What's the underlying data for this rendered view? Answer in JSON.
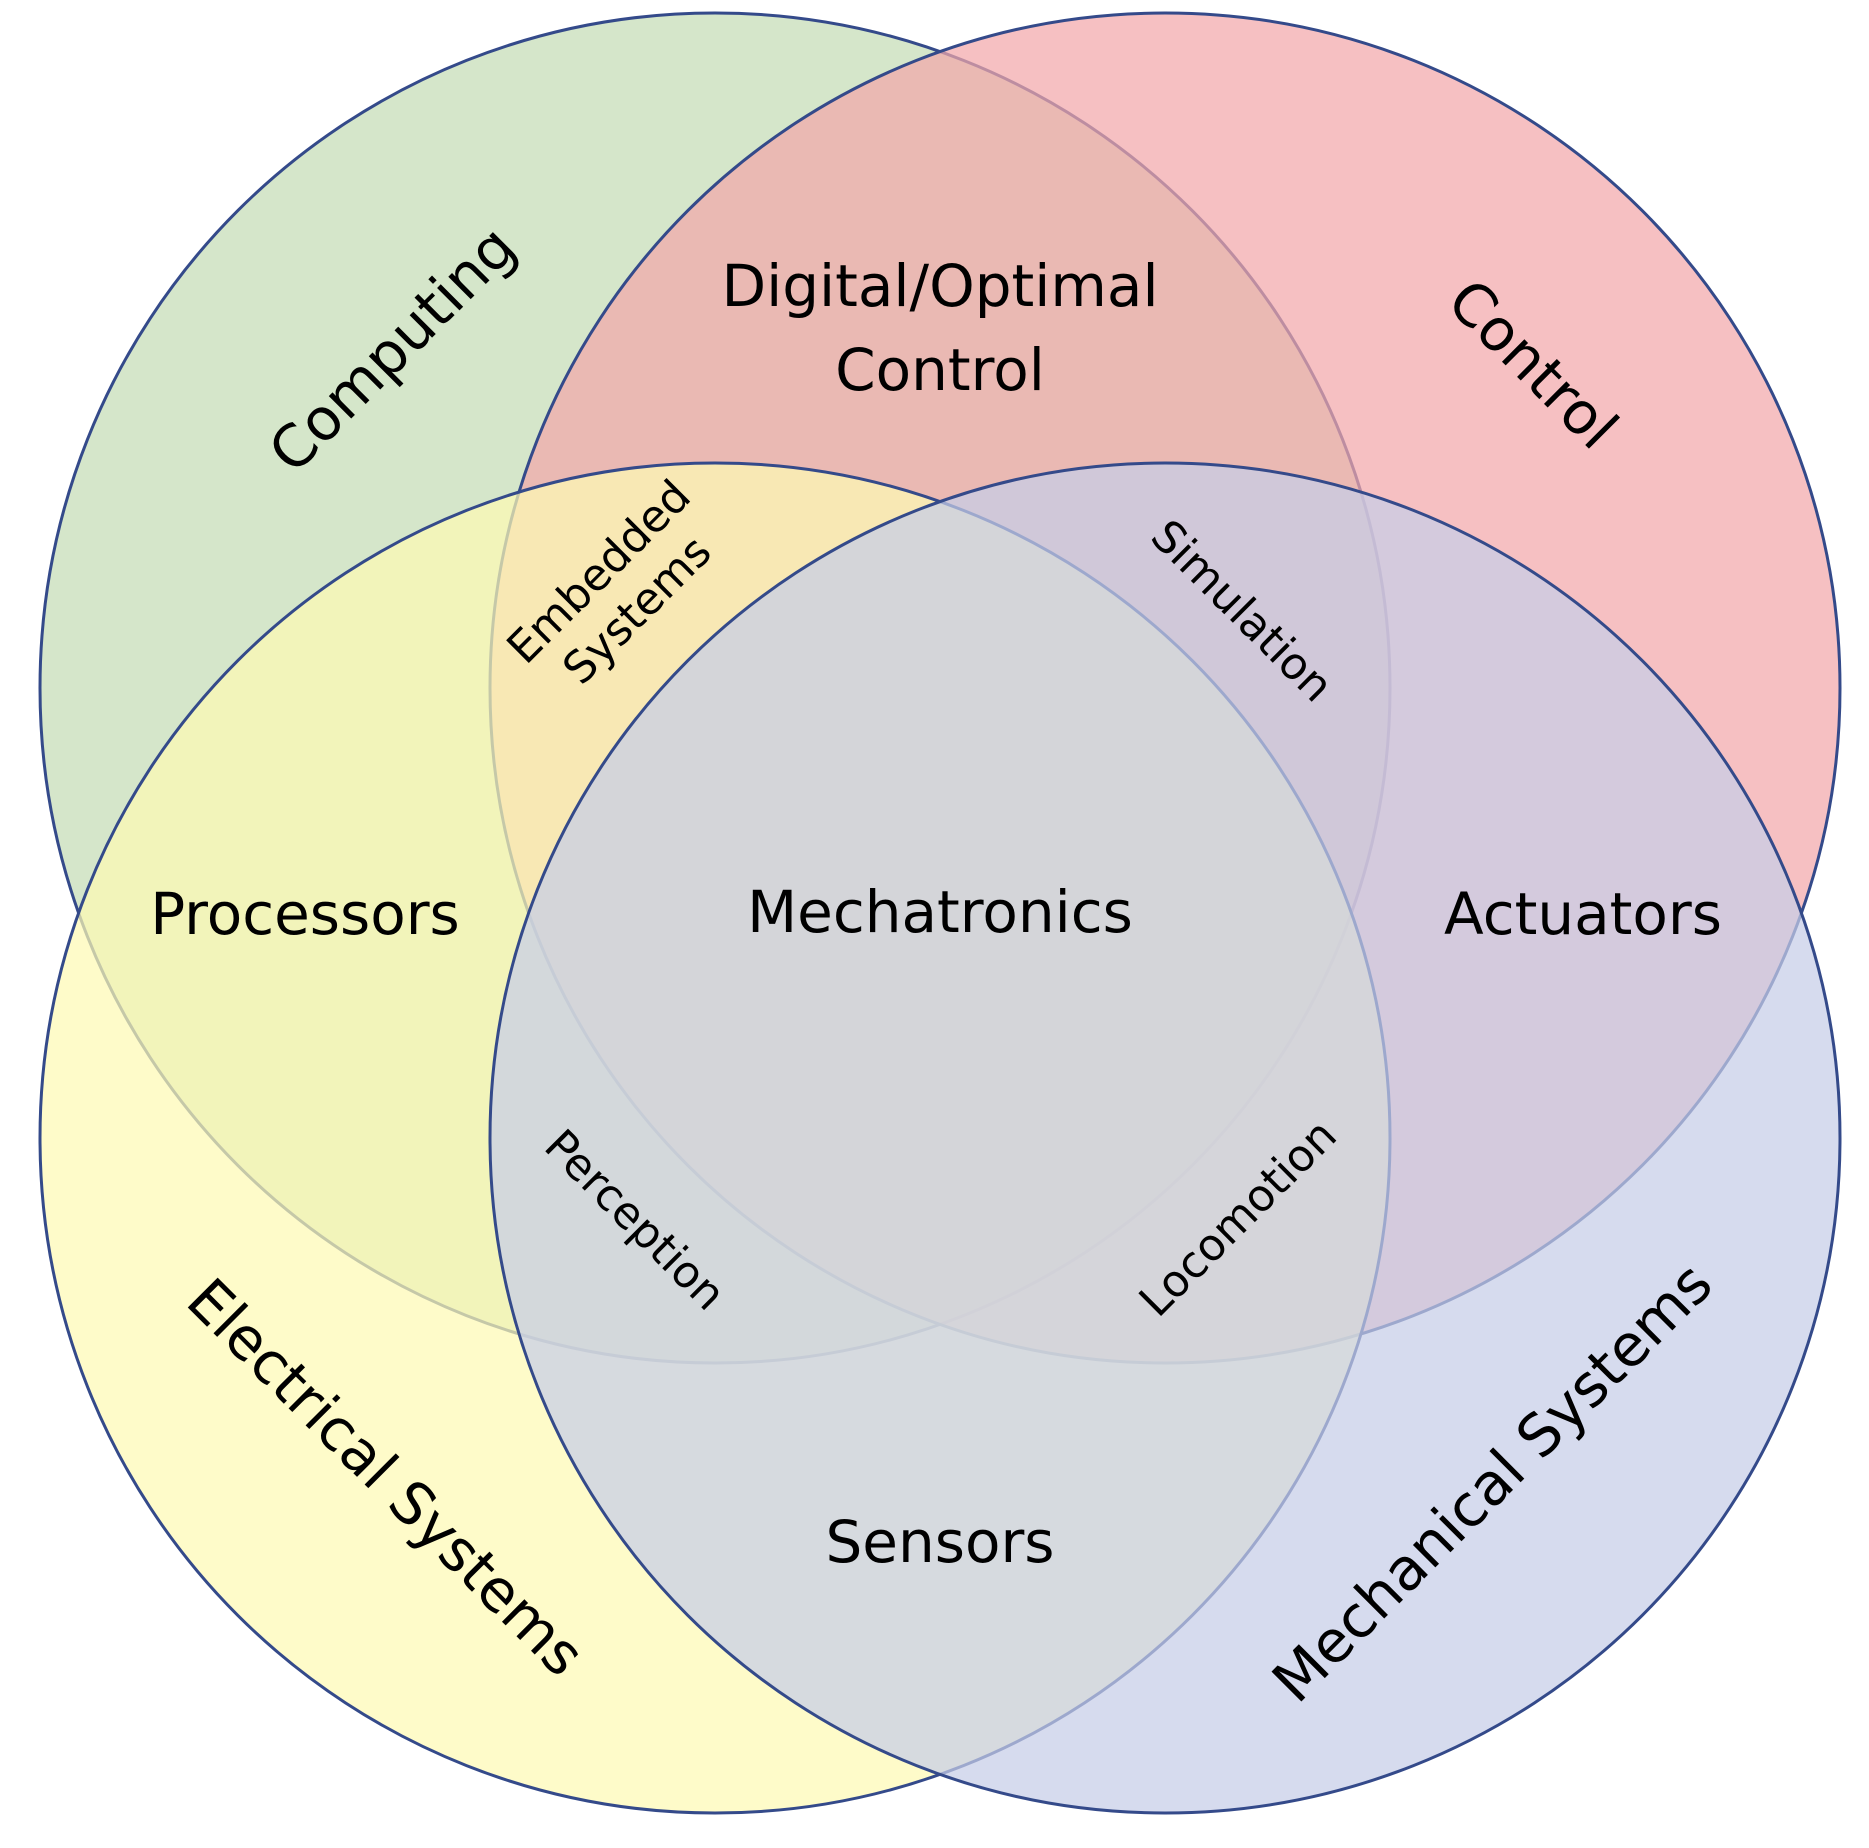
{
  "colors": {
    "computing": "#c5dcb6",
    "control": "#f2a8ab",
    "electrical": "#fdfab4",
    "mechanical": "#c6cde7",
    "outline": "#344a8a"
  },
  "sets": {
    "computing": "Computing",
    "control": "Control",
    "electrical": "Electrical Systems",
    "mechanical": "Mechanical Systems"
  },
  "regions": {
    "digital_optimal_control_line1": "Digital/Optimal",
    "digital_optimal_control_line2": "Control",
    "embedded_systems_line1": "Embedded",
    "embedded_systems_line2": "Systems",
    "simulation": "Simulation",
    "processors": "Processors",
    "mechatronics": "Mechatronics",
    "actuators": "Actuators",
    "perception": "Perception",
    "locomotion": "Locomotion",
    "sensors": "Sensors"
  }
}
